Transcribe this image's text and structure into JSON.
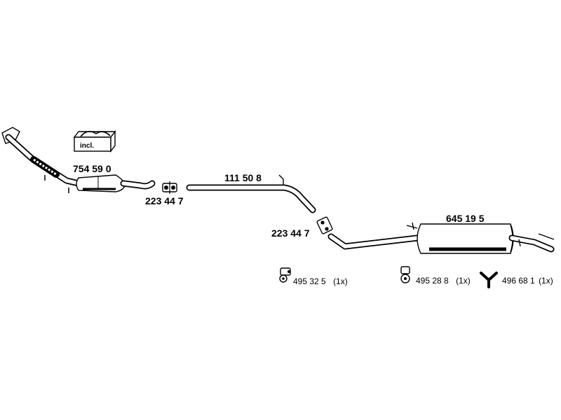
{
  "parts": {
    "catalytic_converter": "754 59 0",
    "clamp_front": "223 44 7",
    "middle_pipe": "111 50 8",
    "clamp_rear": "223 44 7",
    "rear_silencer": "645 19 5"
  },
  "kit_label": "incl.",
  "hardware": [
    {
      "part": "495 32 5",
      "qty": "(1x)"
    },
    {
      "part": "495 28 8",
      "qty": "(1x)"
    },
    {
      "part": "496 68 1",
      "qty": "(1x)"
    }
  ]
}
